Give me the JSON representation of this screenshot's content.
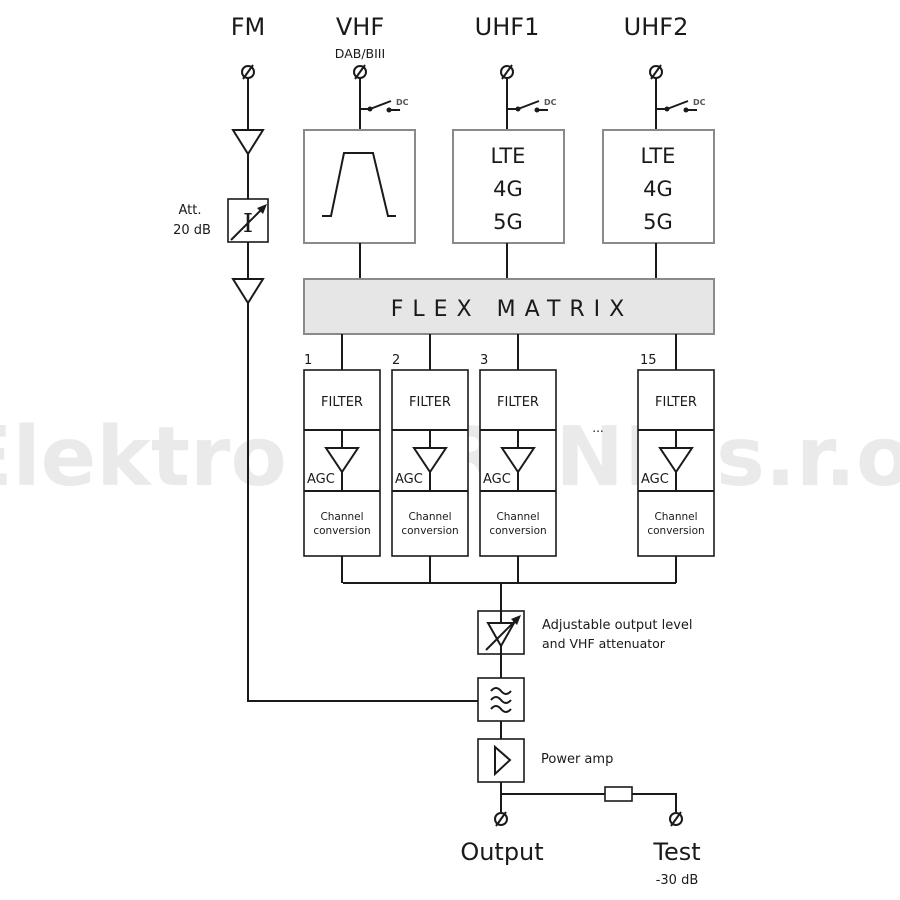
{
  "watermark": "Elektro HERTNK s.r.o.",
  "inputs": {
    "fm": {
      "label": "FM"
    },
    "vhf": {
      "label": "VHF",
      "sublabel": "DAB/BIII",
      "dc_label": "DC"
    },
    "uhf1": {
      "label": "UHF1",
      "dc_label": "DC"
    },
    "uhf2": {
      "label": "UHF2",
      "dc_label": "DC"
    }
  },
  "fm_chain": {
    "attenuator_label_line1": "Att.",
    "attenuator_label_line2": "20 dB"
  },
  "band_filters": [
    {
      "name": "vhf-bandpass",
      "lines": []
    },
    {
      "name": "uhf1-filter",
      "lines": [
        "LTE",
        "4G",
        "5G"
      ]
    },
    {
      "name": "uhf2-filter",
      "lines": [
        "LTE",
        "4G",
        "5G"
      ]
    }
  ],
  "flex_matrix": {
    "label": "FLEX MATRIX"
  },
  "channels": [
    {
      "number": "1",
      "filter": "FILTER",
      "agc": "AGC",
      "conv1": "Channel",
      "conv2": "conversion"
    },
    {
      "number": "2",
      "filter": "FILTER",
      "agc": "AGC",
      "conv1": "Channel",
      "conv2": "conversion"
    },
    {
      "number": "3",
      "filter": "FILTER",
      "agc": "AGC",
      "conv1": "Channel",
      "conv2": "conversion"
    },
    {
      "number": "15",
      "filter": "FILTER",
      "agc": "AGC",
      "conv1": "Channel",
      "conv2": "conversion"
    }
  ],
  "ellipsis": "...",
  "output_stage": {
    "adjustable_line1": "Adjustable output level",
    "adjustable_line2": "and VHF attenuator",
    "power_amp": "Power amp"
  },
  "outputs": {
    "output": {
      "label": "Output"
    },
    "test": {
      "label": "Test",
      "sublabel": "-30 dB"
    }
  }
}
